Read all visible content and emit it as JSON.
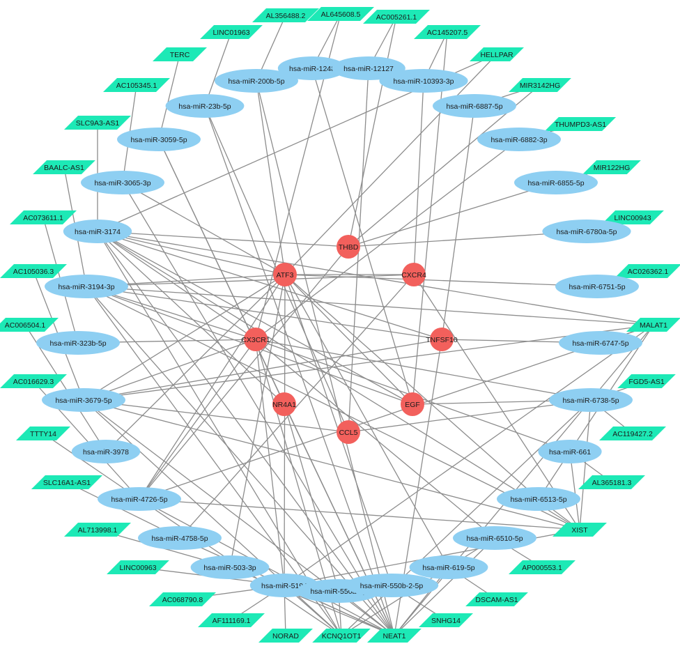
{
  "colors": {
    "lncRNA": "#1de9b6",
    "miRNA": "#8ecff2",
    "gene": "#f2605c",
    "edge": "#8c8c8c"
  },
  "nodes": {
    "lnc": [
      "AL356488.2",
      "AL645608.5",
      "AC005261.1",
      "LINC01963",
      "AC145207.5",
      "TERC",
      "HELLPAR",
      "AC105345.1",
      "MIR3142HG",
      "SLC9A3-AS1",
      "THUMPD3-AS1",
      "BAALC-AS1",
      "MIR122HG",
      "AC073611.1",
      "LINC00943",
      "AC105036.3",
      "AC026362.1",
      "AC006504.1",
      "MALAT1",
      "FGD5-AS1",
      "AC016629.3",
      "AC119427.2",
      "TTTY14",
      "AL365181.3",
      "SLC16A1-AS1",
      "XIST",
      "AL713998.1",
      "AP000553.1",
      "LINC00963",
      "DSCAM-AS1",
      "AC068790.8",
      "AF111169.1",
      "SNHG14",
      "NORAD",
      "KCNQ1OT1",
      "NEAT1"
    ],
    "mirna": [
      "hsa-miR-1248",
      "hsa-miR-12127",
      "hsa-miR-200b-5p",
      "hsa-miR-10393-3p",
      "hsa-miR-23b-5p",
      "hsa-miR-6887-5p",
      "hsa-miR-3059-5p",
      "hsa-miR-6882-3p",
      "hsa-miR-3065-3p",
      "hsa-miR-6855-5p",
      "hsa-miR-3174",
      "hsa-miR-6780a-5p",
      "hsa-miR-3194-3p",
      "hsa-miR-6751-5p",
      "hsa-miR-323b-5p",
      "hsa-miR-6747-5p",
      "hsa-miR-3679-5p",
      "hsa-miR-6738-5p",
      "hsa-miR-3978",
      "hsa-miR-661",
      "hsa-miR-4726-5p",
      "hsa-miR-6513-5p",
      "hsa-miR-4758-5p",
      "hsa-miR-6510-5p",
      "hsa-miR-503-3p",
      "hsa-miR-619-5p",
      "hsa-miR-5194",
      "hsa-miR-550a-5p",
      "hsa-miR-550b-2-5p"
    ],
    "gene": [
      "THBD",
      "ATF3",
      "CXCR4",
      "CX3CR1",
      "TNFSF10",
      "NR4A1",
      "EGF",
      "CCL5"
    ]
  },
  "edges": [
    [
      "AL356488.2",
      "hsa-miR-200b-5p"
    ],
    [
      "AL645608.5",
      "hsa-miR-1248"
    ],
    [
      "AC005261.1",
      "hsa-miR-12127"
    ],
    [
      "LINC01963",
      "hsa-miR-23b-5p"
    ],
    [
      "AC145207.5",
      "hsa-miR-10393-3p"
    ],
    [
      "TERC",
      "hsa-miR-3059-5p"
    ],
    [
      "AC105345.1",
      "hsa-miR-3065-3p"
    ],
    [
      "SLC9A3-AS1",
      "hsa-miR-3174"
    ],
    [
      "BAALC-AS1",
      "hsa-miR-3194-3p"
    ],
    [
      "AC073611.1",
      "hsa-miR-323b-5p"
    ],
    [
      "AC105036.3",
      "hsa-miR-3679-5p"
    ],
    [
      "AC006504.1",
      "hsa-miR-3978"
    ],
    [
      "AC016629.3",
      "hsa-miR-4726-5p"
    ],
    [
      "TTTY14",
      "hsa-miR-4726-5p"
    ],
    [
      "SLC16A1-AS1",
      "hsa-miR-4758-5p"
    ],
    [
      "AL713998.1",
      "hsa-miR-503-3p"
    ],
    [
      "LINC00963",
      "hsa-miR-5194"
    ],
    [
      "AC068790.8",
      "hsa-miR-5194"
    ],
    [
      "AF111169.1",
      "hsa-miR-5194"
    ],
    [
      "NORAD",
      "hsa-miR-5194"
    ],
    [
      "KCNQ1OT1",
      "hsa-miR-550a-5p"
    ],
    [
      "KCNQ1OT1",
      "hsa-miR-5194"
    ],
    [
      "SNHG14",
      "hsa-miR-550b-2-5p"
    ],
    [
      "DSCAM-AS1",
      "hsa-miR-619-5p"
    ],
    [
      "AP000553.1",
      "hsa-miR-6510-5p"
    ],
    [
      "XIST",
      "hsa-miR-6513-5p"
    ],
    [
      "XIST",
      "hsa-miR-661"
    ],
    [
      "AL365181.3",
      "hsa-miR-661"
    ],
    [
      "AC119427.2",
      "hsa-miR-6738-5p"
    ],
    [
      "FGD5-AS1",
      "hsa-miR-6738-5p"
    ],
    [
      "MALAT1",
      "hsa-miR-6747-5p"
    ],
    [
      "MALAT1",
      "hsa-miR-6738-5p"
    ],
    [
      "AC026362.1",
      "hsa-miR-6751-5p"
    ],
    [
      "LINC00943",
      "hsa-miR-6780a-5p"
    ],
    [
      "MIR122HG",
      "hsa-miR-6855-5p"
    ],
    [
      "THUMPD3-AS1",
      "hsa-miR-6882-3p"
    ],
    [
      "MIR3142HG",
      "hsa-miR-6887-5p"
    ],
    [
      "HELLPAR",
      "hsa-miR-3174"
    ],
    [
      "NEAT1",
      "hsa-miR-3174"
    ],
    [
      "NEAT1",
      "hsa-miR-3194-3p"
    ],
    [
      "NEAT1",
      "hsa-miR-3679-5p"
    ],
    [
      "NEAT1",
      "hsa-miR-4726-5p"
    ],
    [
      "NEAT1",
      "hsa-miR-4758-5p"
    ],
    [
      "NEAT1",
      "hsa-miR-503-3p"
    ],
    [
      "NEAT1",
      "hsa-miR-5194"
    ],
    [
      "NEAT1",
      "hsa-miR-550a-5p"
    ],
    [
      "NEAT1",
      "hsa-miR-6738-5p"
    ],
    [
      "NEAT1",
      "hsa-miR-6510-5p"
    ],
    [
      "NEAT1",
      "hsa-miR-619-5p"
    ],
    [
      "NEAT1",
      "hsa-miR-3065-3p"
    ],
    [
      "NEAT1",
      "hsa-miR-3059-5p"
    ],
    [
      "NEAT1",
      "hsa-miR-23b-5p"
    ],
    [
      "NEAT1",
      "hsa-miR-200b-5p"
    ],
    [
      "KCNQ1OT1",
      "hsa-miR-3174"
    ],
    [
      "KCNQ1OT1",
      "hsa-miR-3194-3p"
    ],
    [
      "KCNQ1OT1",
      "hsa-miR-3679-5p"
    ],
    [
      "KCNQ1OT1",
      "hsa-miR-6738-5p"
    ],
    [
      "KCNQ1OT1",
      "hsa-miR-4726-5p"
    ],
    [
      "KCNQ1OT1",
      "hsa-miR-6510-5p"
    ],
    [
      "XIST",
      "hsa-miR-3174"
    ],
    [
      "XIST",
      "hsa-miR-3194-3p"
    ],
    [
      "XIST",
      "hsa-miR-3679-5p"
    ],
    [
      "XIST",
      "hsa-miR-4726-5p"
    ],
    [
      "XIST",
      "hsa-miR-5194"
    ],
    [
      "XIST",
      "hsa-miR-6738-5p"
    ],
    [
      "MALAT1",
      "hsa-miR-3174"
    ],
    [
      "MALAT1",
      "hsa-miR-3194-3p"
    ],
    [
      "MALAT1",
      "hsa-miR-3679-5p"
    ],
    [
      "MALAT1",
      "hsa-miR-4726-5p"
    ],
    [
      "MALAT1",
      "hsa-miR-5194"
    ],
    [
      "MALAT1",
      "hsa-miR-6513-5p"
    ],
    [
      "hsa-miR-3174",
      "THBD"
    ],
    [
      "hsa-miR-3174",
      "ATF3"
    ],
    [
      "hsa-miR-3174",
      "CX3CR1"
    ],
    [
      "hsa-miR-3174",
      "NR4A1"
    ],
    [
      "hsa-miR-3174",
      "EGF"
    ],
    [
      "hsa-miR-3174",
      "TNFSF10"
    ],
    [
      "hsa-miR-3194-3p",
      "ATF3"
    ],
    [
      "hsa-miR-3194-3p",
      "CXCR4"
    ],
    [
      "hsa-miR-3194-3p",
      "CX3CR1"
    ],
    [
      "hsa-miR-3194-3p",
      "TNFSF10"
    ],
    [
      "hsa-miR-3194-3p",
      "EGF"
    ],
    [
      "hsa-miR-3679-5p",
      "CX3CR1"
    ],
    [
      "hsa-miR-3679-5p",
      "ATF3"
    ],
    [
      "hsa-miR-3679-5p",
      "TNFSF10"
    ],
    [
      "hsa-miR-3679-5p",
      "CCL5"
    ],
    [
      "hsa-miR-4726-5p",
      "ATF3"
    ],
    [
      "hsa-miR-4726-5p",
      "CX3CR1"
    ],
    [
      "hsa-miR-4726-5p",
      "THBD"
    ],
    [
      "hsa-miR-5194",
      "ATF3"
    ],
    [
      "hsa-miR-5194",
      "CX3CR1"
    ],
    [
      "hsa-miR-550a-5p",
      "NR4A1"
    ],
    [
      "hsa-miR-6738-5p",
      "EGF"
    ],
    [
      "hsa-miR-6738-5p",
      "CX3CR1"
    ],
    [
      "hsa-miR-6738-5p",
      "CCL5"
    ],
    [
      "hsa-miR-6751-5p",
      "ATF3"
    ],
    [
      "hsa-miR-6747-5p",
      "TNFSF10"
    ],
    [
      "hsa-miR-6780a-5p",
      "THBD"
    ],
    [
      "hsa-miR-6855-5p",
      "THBD"
    ],
    [
      "hsa-miR-6882-3p",
      "CX3CR1"
    ],
    [
      "hsa-miR-6887-5p",
      "TNFSF10"
    ],
    [
      "hsa-miR-10393-3p",
      "CXCR4"
    ],
    [
      "hsa-miR-12127",
      "CCL5"
    ],
    [
      "hsa-miR-1248",
      "EGF"
    ],
    [
      "hsa-miR-200b-5p",
      "ATF3"
    ],
    [
      "hsa-miR-23b-5p",
      "CCL5"
    ],
    [
      "hsa-miR-3059-5p",
      "NR4A1"
    ],
    [
      "hsa-miR-3065-3p",
      "ATF3"
    ],
    [
      "hsa-miR-323b-5p",
      "CX3CR1"
    ],
    [
      "hsa-miR-3978",
      "ATF3"
    ],
    [
      "hsa-miR-4758-5p",
      "CXCR4"
    ],
    [
      "hsa-miR-503-3p",
      "ATF3"
    ],
    [
      "hsa-miR-6510-5p",
      "CX3CR1"
    ],
    [
      "hsa-miR-619-5p",
      "ATF3"
    ],
    [
      "hsa-miR-550b-2-5p",
      "ATF3"
    ],
    [
      "hsa-miR-6513-5p",
      "ATF3"
    ],
    [
      "hsa-miR-661",
      "CX3CR1"
    ],
    [
      "ATF3",
      "EGF"
    ],
    [
      "ATF3",
      "CXCR4"
    ],
    [
      "CXCR4",
      "XIST"
    ],
    [
      "TNFSF10",
      "NEAT1"
    ],
    [
      "CX3CR1",
      "KCNQ1OT1"
    ],
    [
      "NR4A1",
      "NEAT1"
    ],
    [
      "EGF",
      "AC145207.5"
    ],
    [
      "ATF3",
      "HELLPAR"
    ],
    [
      "THBD",
      "MIR3142HG"
    ],
    [
      "THBD",
      "AC005261.1"
    ],
    [
      "CX3CR1",
      "AL645608.5"
    ]
  ]
}
